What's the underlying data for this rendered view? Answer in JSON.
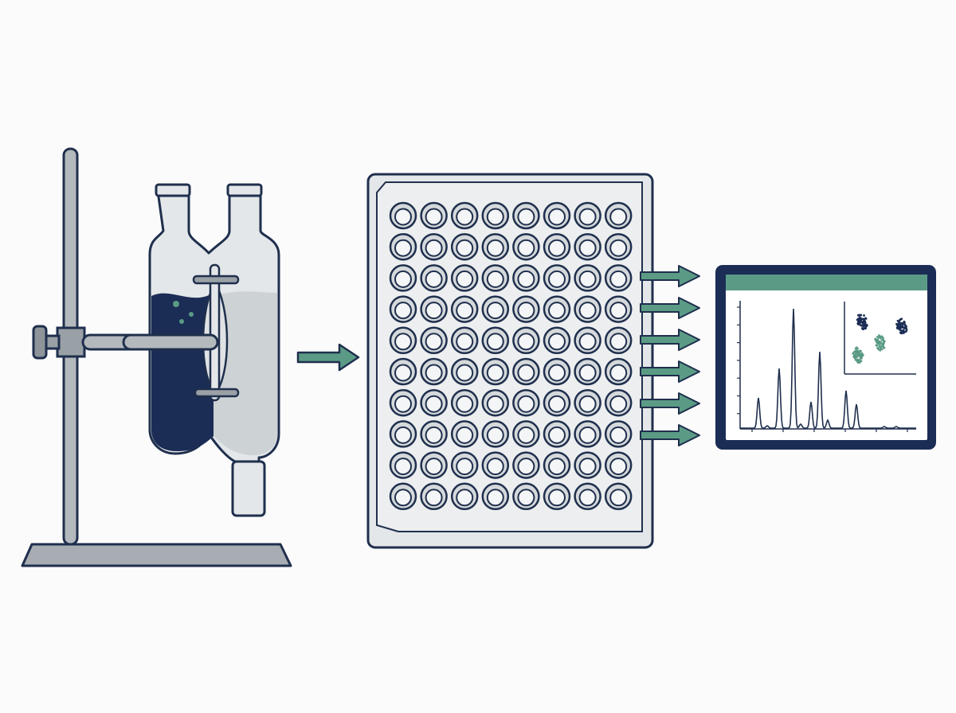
{
  "colors": {
    "outline": "#1f2f4d",
    "navy": "#1b2d55",
    "teal": "#5b9b86",
    "glass": "#e4e7e9",
    "liquid_light": "#cdd2d4",
    "metal": "#a7adb2",
    "plate": "#e9ebec",
    "background": "#fbfbfb"
  },
  "plate": {
    "rows": 10,
    "columns": 8
  },
  "output_arrows": 6,
  "icons": [
    "ring-stand-icon",
    "separatory-flask-icon",
    "arrow-right-icon",
    "well-plate-icon",
    "monitor-chromatogram-icon",
    "scatter-clusters-icon"
  ]
}
